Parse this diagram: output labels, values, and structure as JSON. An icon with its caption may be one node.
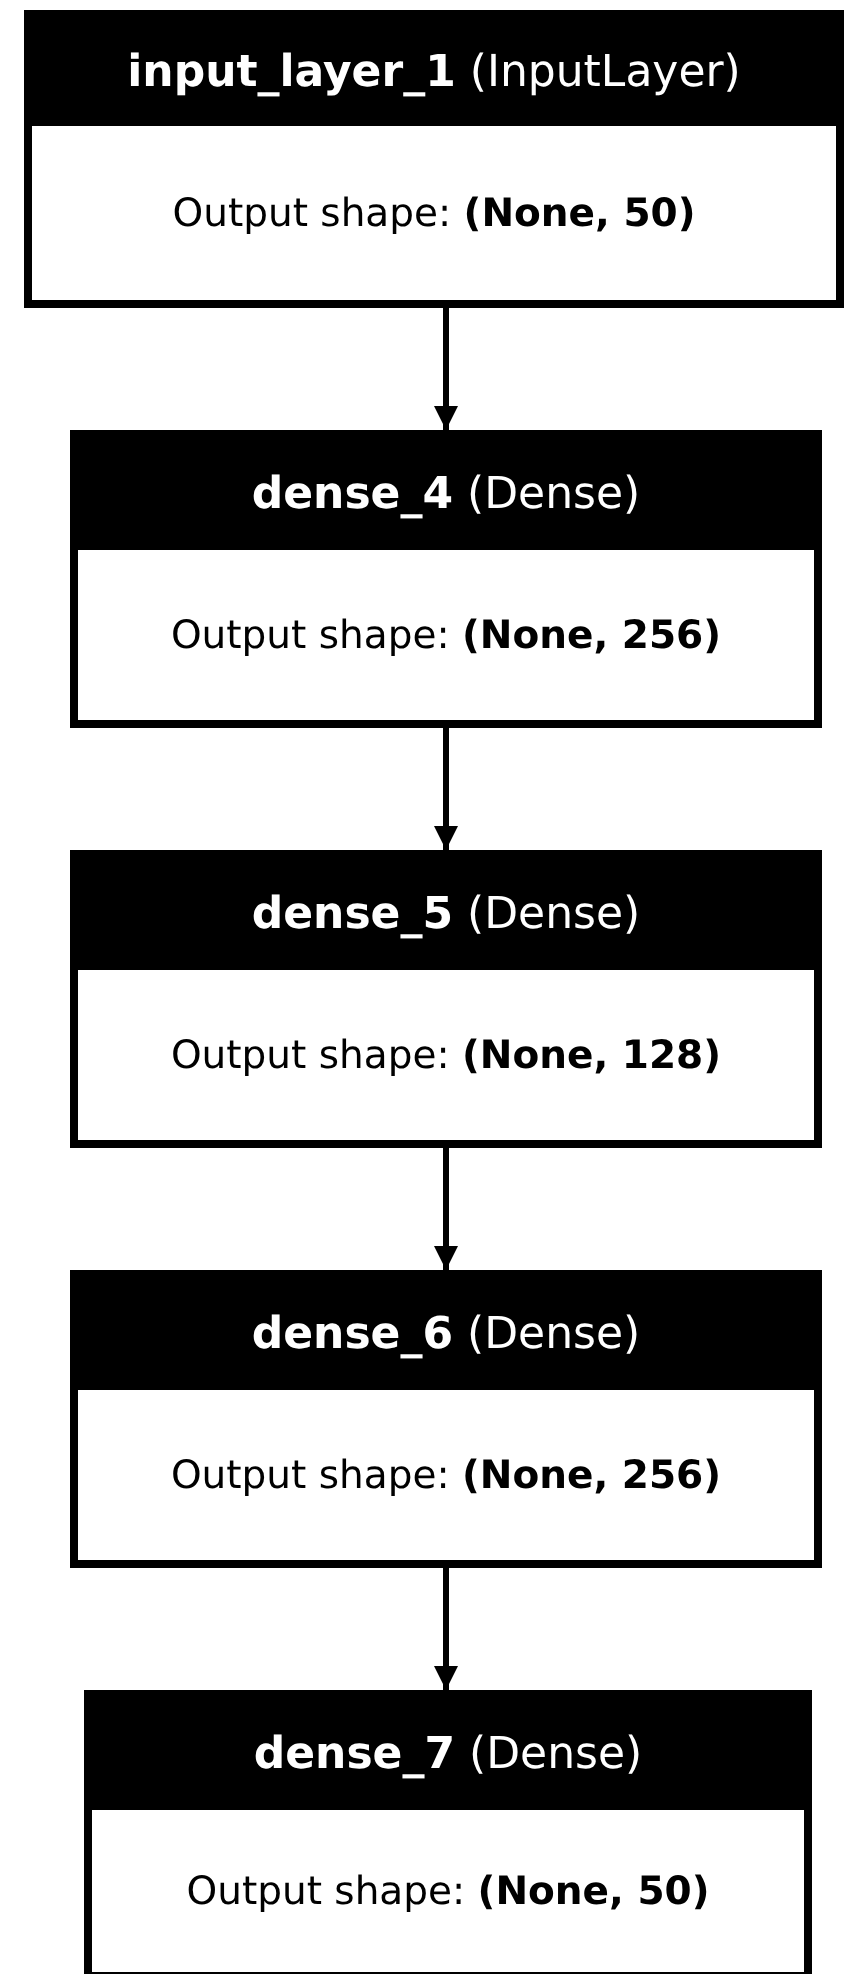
{
  "diagram": {
    "nodes": [
      {
        "text": [
          "**input_layer_1** (InputLayer)",
          "Output shape: **(None, 50)**"
        ]
      },
      {
        "text": [
          "**dense_4** (Dense)",
          "Output shape: **(None, 256)**"
        ]
      },
      {
        "text": [
          "**dense_5** (Dense)",
          "Output shape: **(None, 128)**"
        ]
      },
      {
        "text": [
          "**dense_6** (Dense)",
          "Output shape: **(None, 256)**"
        ]
      },
      {
        "text": [
          "**dense_7** (Dense)",
          "Output shape: **(None, 50)**"
        ]
      }
    ],
    "edges": [
      {
        "from": 0,
        "to": 1,
        "arrow": "to"
      },
      {
        "from": 1,
        "to": 2,
        "arrow": "to"
      },
      {
        "from": 2,
        "to": 3,
        "arrow": "to"
      },
      {
        "from": 3,
        "to": 4,
        "arrow": "to"
      }
    ]
  }
}
